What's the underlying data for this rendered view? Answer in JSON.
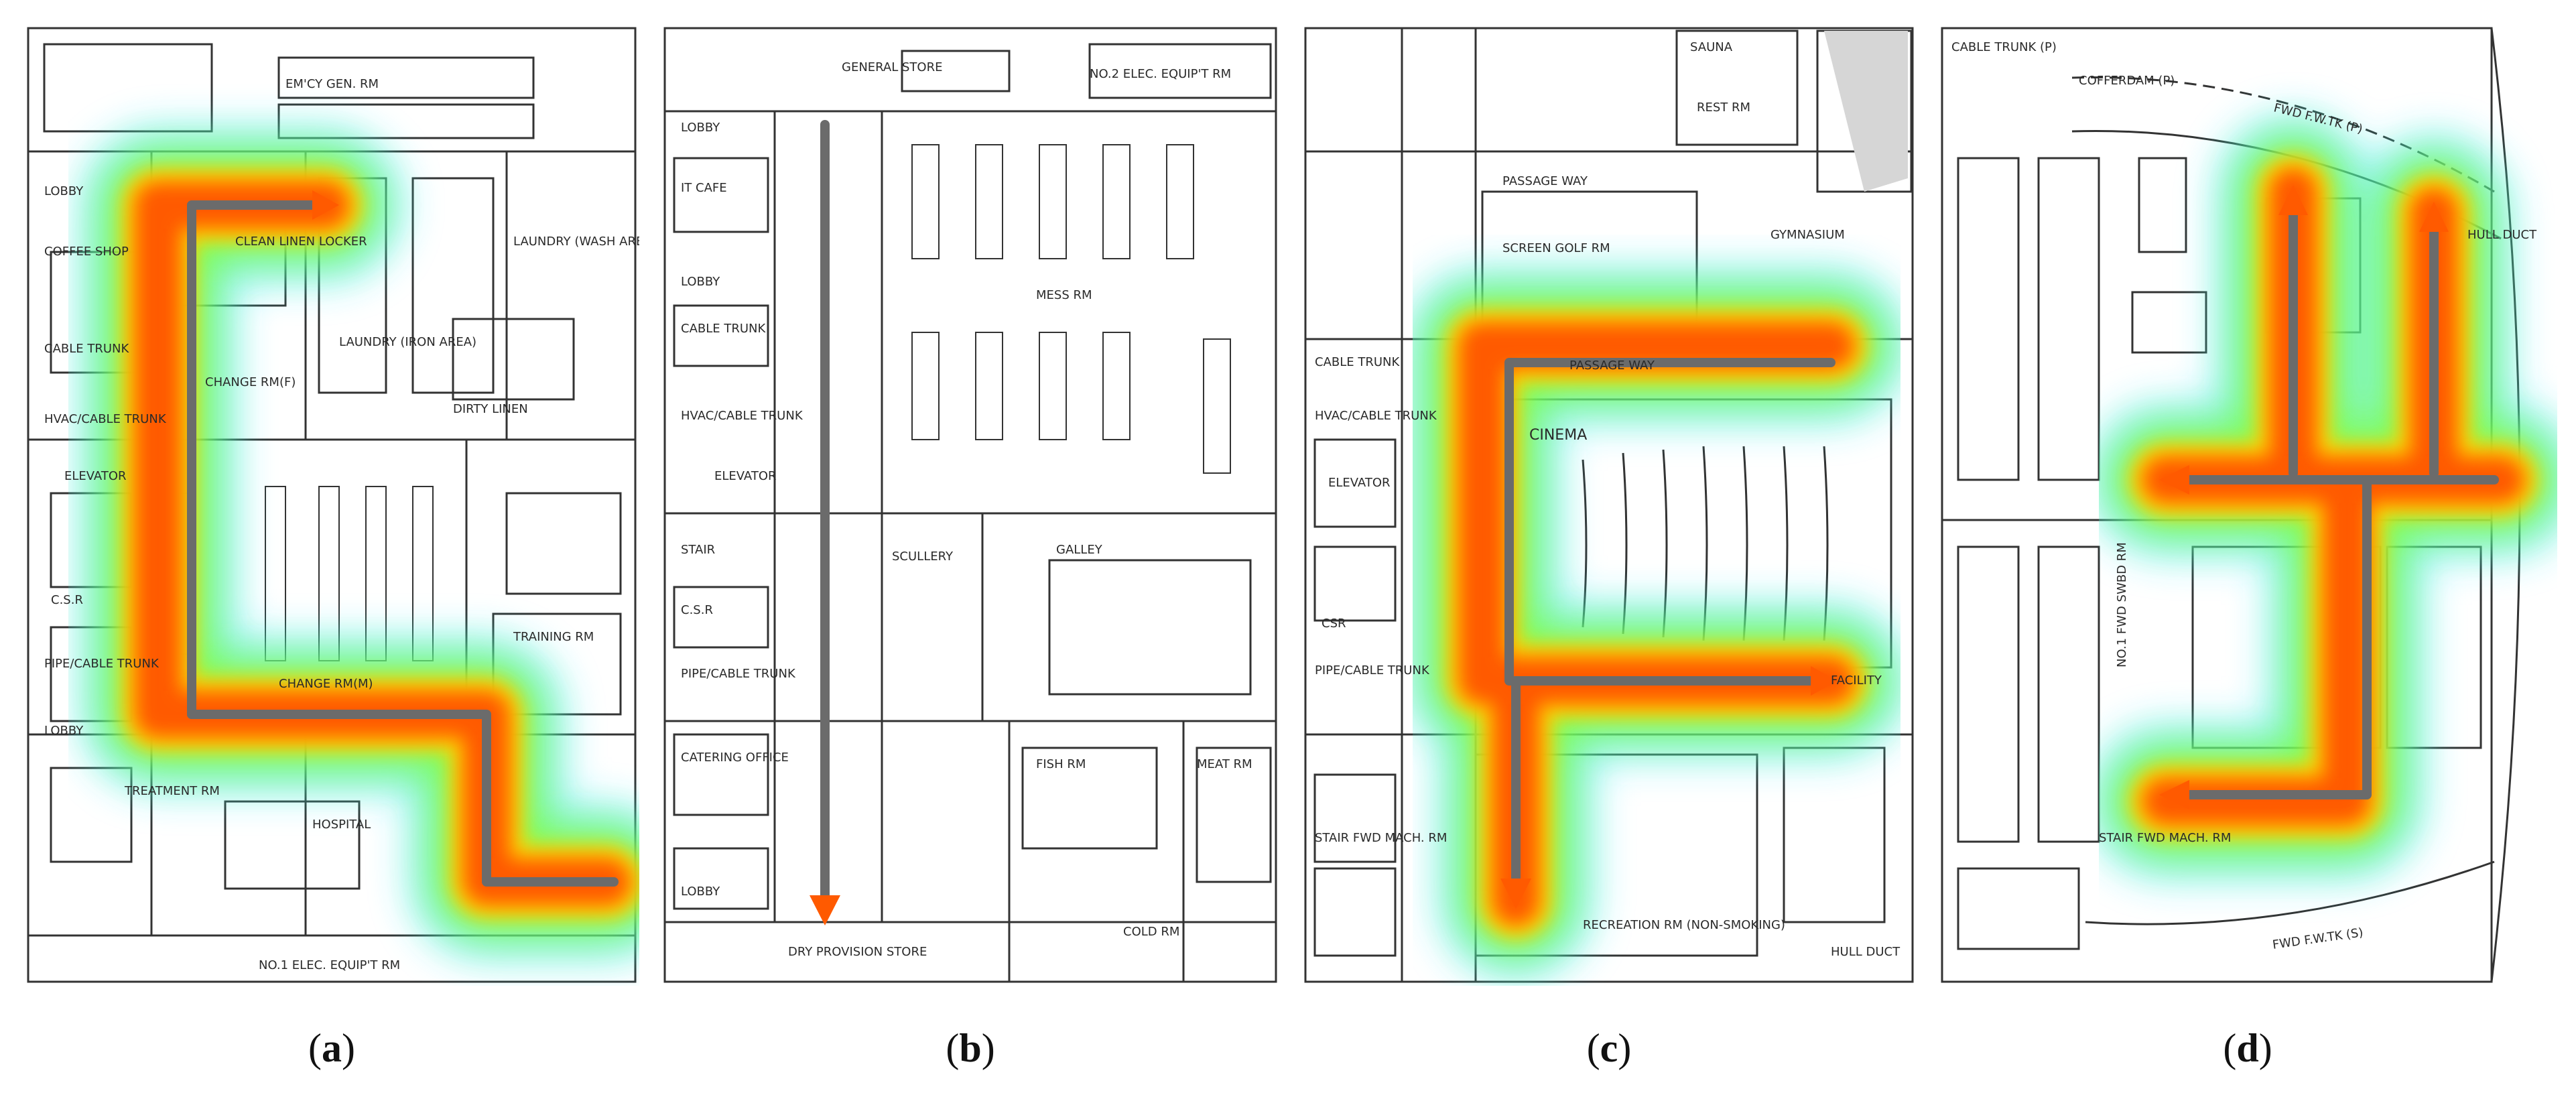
{
  "figure": {
    "panels": [
      {
        "id": "a",
        "caption": "a",
        "labels": [
          "EM'CY GEN. RM",
          "LOBBY",
          "COFFEE SHOP",
          "CLEAN LINEN LOCKER",
          "CHANGE RM(F)",
          "LAUNDRY (IRON AREA)",
          "LAUNDRY (WASH AREA)",
          "CABLE TRUNK",
          "DIRTY LINEN",
          "HVAC/CABLE TRUNK",
          "ELEVATOR",
          "CHANGE RM(M)",
          "C.S.R",
          "PIPE/CABLE TRUNK",
          "TRAINING RM",
          "LOBBY",
          "TREATMENT RM",
          "HOSPITAL",
          "NO.1 ELEC. EQUIP'T RM"
        ]
      },
      {
        "id": "b",
        "caption": "b",
        "labels": [
          "GENERAL STORE",
          "NO.2 ELEC. EQUIP'T RM",
          "LOBBY",
          "IT CAFE",
          "LOBBY",
          "CABLE TRUNK",
          "MESS RM",
          "HVAC/CABLE TRUNK",
          "ELEVATOR",
          "STAIR",
          "C.S.R",
          "PIPE/CABLE TRUNK",
          "SCULLERY",
          "GALLEY",
          "CATERING OFFICE",
          "FISH RM",
          "MEAT RM",
          "LOBBY",
          "DRY PROVISION STORE",
          "COLD RM"
        ]
      },
      {
        "id": "c",
        "caption": "c",
        "labels": [
          "SAUNA",
          "REST RM",
          "PASSAGE WAY",
          "SCREEN GOLF RM",
          "GYMNASIUM",
          "CABLE TRUNK",
          "PASSAGE WAY",
          "HVAC/CABLE TRUNK",
          "CINEMA",
          "ELEVATOR",
          "CSR",
          "PIPE/CABLE TRUNK",
          "FACILITY",
          "STAIR FWD MACH. RM",
          "RECREATION RM (NON-SMOKING)",
          "HULL DUCT"
        ]
      },
      {
        "id": "d",
        "caption": "d",
        "labels": [
          "CABLE TRUNK (P)",
          "COFFERDAM (P)",
          "FWD F.W.TK (P)",
          "HULL DUCT",
          "NO.1 FWD SWBD RM",
          "STAIR FWD MACH. RM",
          "FWD F.W.TK (S)"
        ]
      }
    ]
  }
}
